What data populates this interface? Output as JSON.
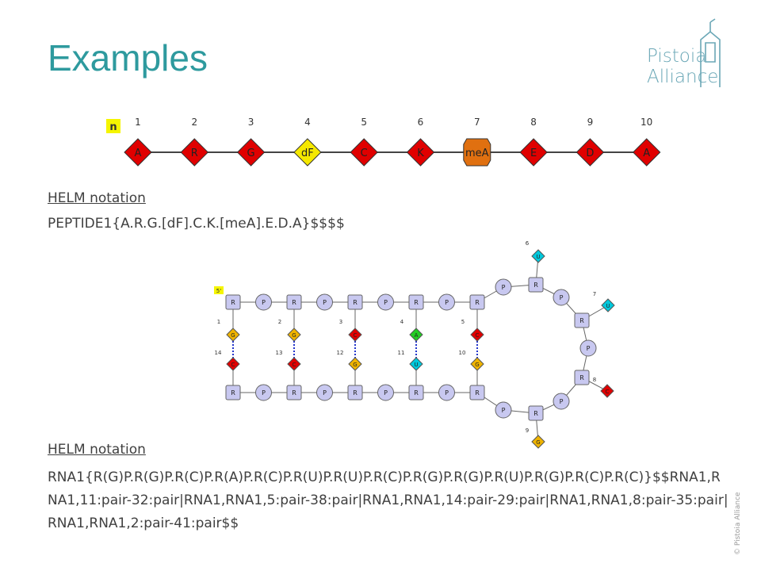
{
  "title": "Examples",
  "logo": {
    "line1": "Pistoia",
    "line2": "Alliance"
  },
  "copyright": "© Pistoia Alliance",
  "peptide": {
    "n_label": "n",
    "positions": [
      "1",
      "2",
      "3",
      "4",
      "5",
      "6",
      "7",
      "8",
      "9",
      "10"
    ],
    "monomers": [
      {
        "label": "A",
        "color": "#e00000"
      },
      {
        "label": "R",
        "color": "#e00000"
      },
      {
        "label": "G",
        "color": "#e00000"
      },
      {
        "label": "dF",
        "color": "#f5e800"
      },
      {
        "label": "C",
        "color": "#e00000"
      },
      {
        "label": "K",
        "color": "#e00000"
      },
      {
        "label": "meA",
        "color": "#e07010"
      },
      {
        "label": "E",
        "color": "#e00000"
      },
      {
        "label": "D",
        "color": "#e00000"
      },
      {
        "label": "A",
        "color": "#e00000"
      }
    ],
    "heading": "HELM notation",
    "helm": "PEPTIDE1{A.R.G.[dF].C.K.[meA].E.D.A}$$$$"
  },
  "rna": {
    "five_prime_label": "5'",
    "sugar_label": "R",
    "phosphate_label": "P",
    "top_numbers": [
      "1",
      "2",
      "3",
      "4",
      "5"
    ],
    "bottom_numbers": [
      "14",
      "13",
      "12",
      "11",
      "10"
    ],
    "loop_numbers": [
      "6",
      "7",
      "8",
      "9"
    ],
    "top_bases": [
      {
        "label": "G",
        "color": "#f0b400"
      },
      {
        "label": "G",
        "color": "#f0b400"
      },
      {
        "label": "C",
        "color": "#e00000"
      },
      {
        "label": "A",
        "color": "#22cc22"
      },
      {
        "label": "C",
        "color": "#e00000"
      }
    ],
    "bottom_bases": [
      {
        "label": "C",
        "color": "#e00000"
      },
      {
        "label": "C",
        "color": "#e00000"
      },
      {
        "label": "G",
        "color": "#f0b400"
      },
      {
        "label": "U",
        "color": "#00c8dc"
      },
      {
        "label": "G",
        "color": "#f0b400"
      }
    ],
    "loop_bases": [
      {
        "label": "U",
        "color": "#00c8dc"
      },
      {
        "label": "U",
        "color": "#00c8dc"
      },
      {
        "label": "C",
        "color": "#e00000"
      },
      {
        "label": "G",
        "color": "#f0b400"
      }
    ],
    "heading": "HELM notation",
    "helm": "RNA1{R(G)P.R(G)P.R(C)P.R(A)P.R(C)P.R(U)P.R(U)P.R(C)P.R(G)P.R(G)P.R(U)P.R(G)P.R(C)P.R(C)}$$RNA1,RNA1,11:pair-32:pair|RNA1,RNA1,5:pair-38:pair|RNA1,RNA1,14:pair-29:pair|RNA1,RNA1,8:pair-35:pair|RNA1,RNA1,2:pair-41:pair$$"
  }
}
